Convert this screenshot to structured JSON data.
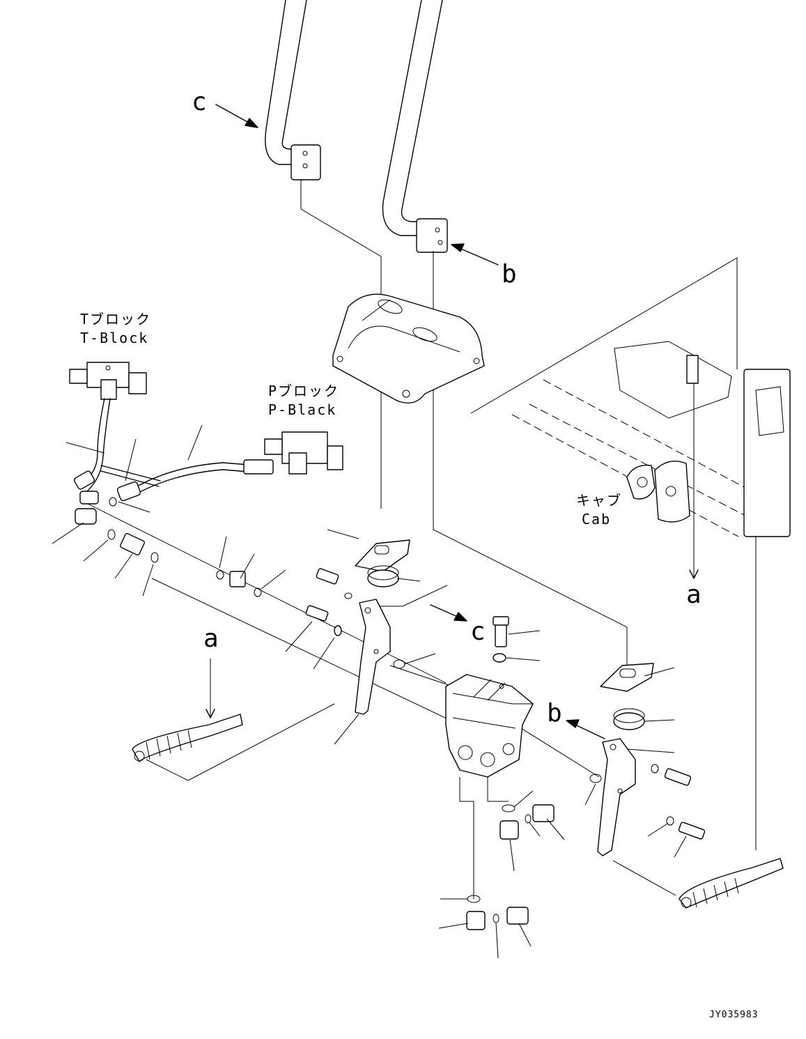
{
  "labels": {
    "t_block_jp": "Tブロック",
    "t_block_en": "T-Block",
    "p_block_jp": "Pブロック",
    "p_block_en": "P-Black",
    "cab_jp": "キャブ",
    "cab_en": "Cab",
    "ref_c": "c",
    "ref_b": "b",
    "ref_a": "a",
    "drawing_code": "JY035983"
  }
}
